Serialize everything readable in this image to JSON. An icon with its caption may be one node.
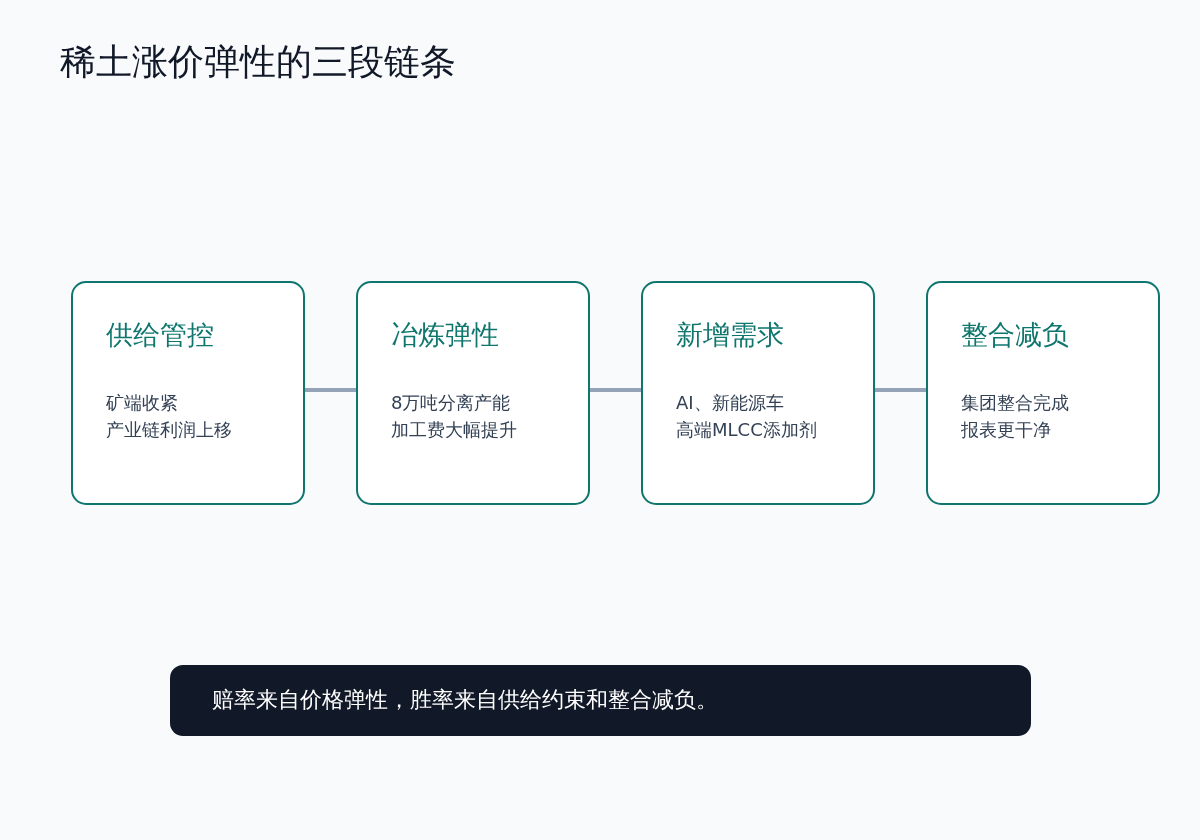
{
  "diagram": {
    "title": "稀土涨价弹性的三段链条",
    "nodes": [
      {
        "text": [
          "供给管控",
          "矿端收紧",
          "产业链利润上移"
        ]
      },
      {
        "text": [
          "冶炼弹性",
          "8万吨分离产能",
          "加工费大幅提升"
        ]
      },
      {
        "text": [
          "新增需求",
          "AI、新能源车",
          "高端MLCC添加剂"
        ]
      },
      {
        "text": [
          "整合减负",
          "集团整合完成",
          "报表更干净"
        ]
      },
      {
        "text": [
          "赔率来自价格弹性，胜率来自供给约束和整合减负。"
        ]
      }
    ],
    "edges": [
      {
        "from": 0,
        "to": 1,
        "arrow": "none"
      },
      {
        "from": 1,
        "to": 2,
        "arrow": "none"
      },
      {
        "from": 2,
        "to": 3,
        "arrow": "none"
      }
    ]
  }
}
